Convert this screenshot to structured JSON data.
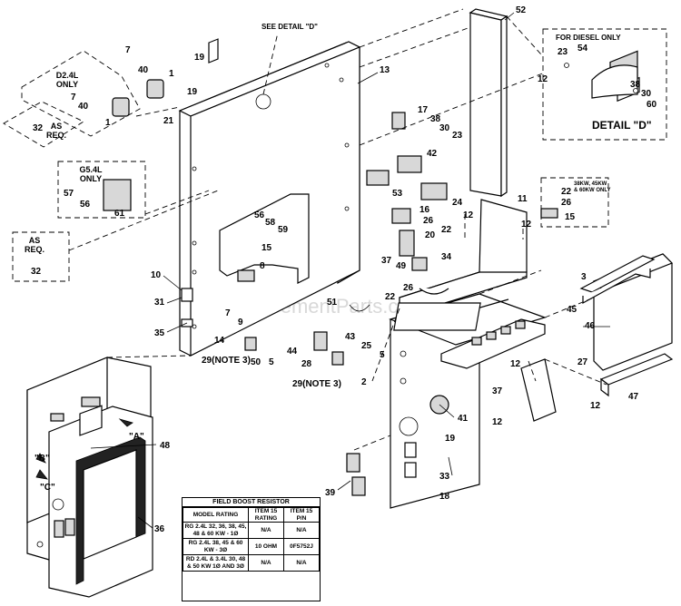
{
  "callouts": {
    "see_detail": "SEE DETAIL \"D\"",
    "detail_title": "DETAIL \"D\"",
    "for_diesel": "FOR DIESEL ONLY",
    "d24_only": "D2.4L ONLY",
    "g54_only": "G5.4L ONLY",
    "as_req": "AS REQ.",
    "kw_note": "38KW, 45KW & 60KW ONLY",
    "view_b": "\"B\"",
    "view_c": "\"C\"",
    "view_a": "\"A\"",
    "watermark": "eReplacementParts.com"
  },
  "part_numbers": {
    "p1": "1",
    "p2": "2",
    "p3": "3",
    "p5": "5",
    "p7": "7",
    "p8": "8",
    "p9": "9",
    "p10": "10",
    "p11": "11",
    "p12": "12",
    "p13": "13",
    "p14": "14",
    "p15": "15",
    "p16": "16",
    "p17": "17",
    "p18": "18",
    "p19": "19",
    "p20": "20",
    "p21": "21",
    "p22": "22",
    "p23": "23",
    "p24": "24",
    "p25": "25",
    "p26": "26",
    "p27": "27",
    "p28": "28",
    "p29n3": "29(NOTE 3)",
    "p30": "30",
    "p31": "31",
    "p32": "32",
    "p33": "33",
    "p34": "34",
    "p35": "35",
    "p36": "36",
    "p37": "37",
    "p38": "38",
    "p39": "39",
    "p40": "40",
    "p41": "41",
    "p42": "42",
    "p43": "43",
    "p44": "44",
    "p45": "45",
    "p46": "46",
    "p47": "47",
    "p48": "48",
    "p49": "49",
    "p50": "50",
    "p51": "51",
    "p52": "52",
    "p53": "53",
    "p54": "54",
    "p56": "56",
    "p57": "57",
    "p58": "58",
    "p59": "59",
    "p60": "60",
    "p61": "61"
  },
  "table": {
    "title": "FIELD BOOST RESISTOR",
    "headers": [
      "MODEL RATING",
      "ITEM 15 RATING",
      "ITEM 15 P/N"
    ],
    "rows": [
      [
        "RG 2.4L 32, 36, 38, 45, 48 & 60 KW - 1Ø",
        "N/A",
        "N/A"
      ],
      [
        "RG 2.4L 38, 45 & 60 KW - 3Ø",
        "10 OHM",
        "0F5752J"
      ],
      [
        "RD 2.4L & 3.4L 30, 48 & 50 KW 1Ø AND 3Ø",
        "N/A",
        "N/A"
      ]
    ]
  }
}
